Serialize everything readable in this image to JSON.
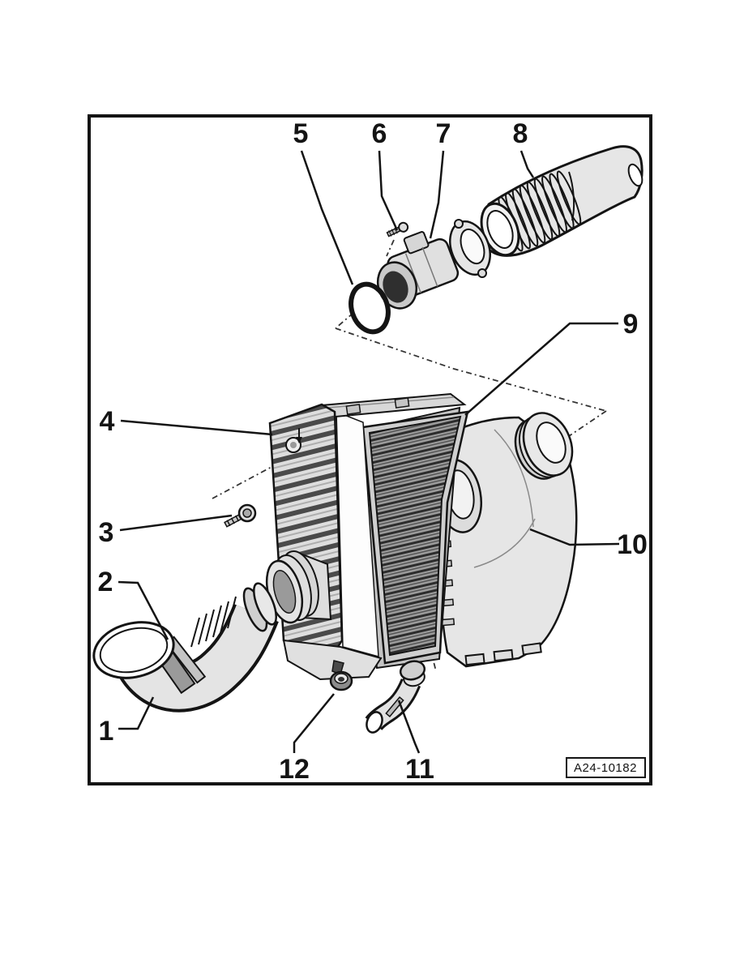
{
  "figure": {
    "code": "A24-10182"
  },
  "callouts": [
    {
      "label": "1"
    },
    {
      "label": "2"
    },
    {
      "label": "3"
    },
    {
      "label": "4"
    },
    {
      "label": "5"
    },
    {
      "label": "6"
    },
    {
      "label": "7"
    },
    {
      "label": "8"
    },
    {
      "label": "9"
    },
    {
      "label": "10"
    },
    {
      "label": "11"
    },
    {
      "label": "12"
    }
  ],
  "colors": {
    "line": "#141414",
    "background": "#ffffff",
    "fill_light": "#e6e6e6",
    "fill_mid": "#c9c9c9",
    "fill_dark": "#8f8f8f",
    "pleat_dark": "#2c2c2c"
  }
}
